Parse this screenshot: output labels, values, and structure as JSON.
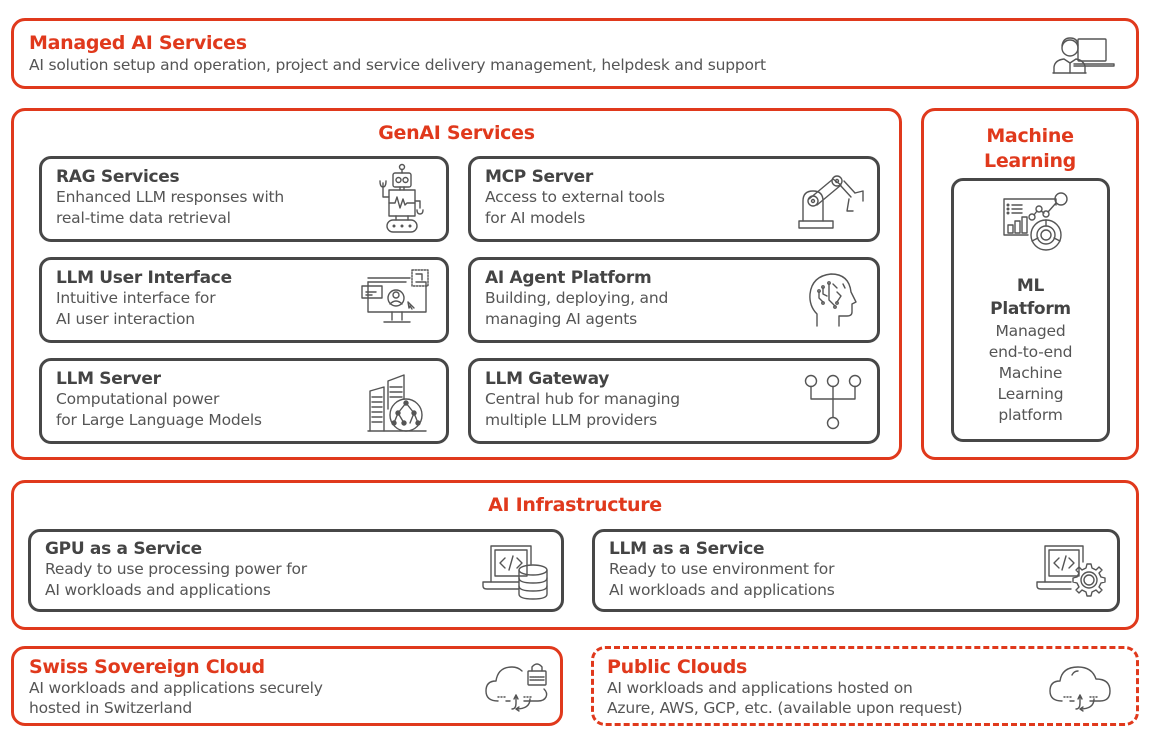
{
  "managed": {
    "title": "Managed AI Services",
    "desc": "AI solution setup and operation, project and service delivery management, helpdesk and support",
    "icon": "support-person-laptop-icon"
  },
  "genai": {
    "title": "GenAI Services",
    "cards": [
      {
        "title": "RAG Services",
        "line1": "Enhanced LLM responses with",
        "line2": "real-time data retrieval",
        "icon": "robot-icon"
      },
      {
        "title": "MCP Server",
        "line1": "Access to external tools",
        "line2": "for AI models",
        "icon": "robotic-arm-icon"
      },
      {
        "title": "LLM User Interface",
        "line1": "Intuitive interface for",
        "line2": "AI user interaction",
        "icon": "monitor-user-icon"
      },
      {
        "title": "AI Agent Platform",
        "line1": "Building, deploying, and",
        "line2": "managing AI agents",
        "icon": "brain-head-icon"
      },
      {
        "title": "LLM Server",
        "line1": "Computational power",
        "line2": "for Large Language Models",
        "icon": "building-network-icon"
      },
      {
        "title": "LLM Gateway",
        "line1": "Central hub for managing",
        "line2": "multiple LLM providers",
        "icon": "gateway-hub-icon"
      }
    ]
  },
  "ml": {
    "title_line1": "Machine",
    "title_line2": "Learning",
    "card": {
      "title_line1": "ML",
      "title_line2": "Platform",
      "desc_lines": [
        "Managed",
        "end-to-end",
        "Machine",
        "Learning",
        "platform"
      ],
      "icon": "analytics-dashboard-icon"
    }
  },
  "infra": {
    "title": "AI Infrastructure",
    "cards": [
      {
        "title": "GPU as a Service",
        "line1": "Ready to use processing power for",
        "line2": "AI workloads and applications",
        "icon": "laptop-database-icon"
      },
      {
        "title": "LLM as a Service",
        "line1": "Ready to use environment for",
        "line2": "AI workloads and applications",
        "icon": "laptop-gear-icon"
      }
    ]
  },
  "clouds": [
    {
      "title": "Swiss Sovereign Cloud",
      "line1": "AI workloads and applications securely",
      "line2": "hosted in Switzerland",
      "icon": "cloud-lock-icon"
    },
    {
      "title": "Public Clouds",
      "line1": "AI workloads and applications hosted on",
      "line2": "Azure, AWS, GCP, etc. (available upon request)",
      "icon": "cloud-sync-icon"
    }
  ]
}
